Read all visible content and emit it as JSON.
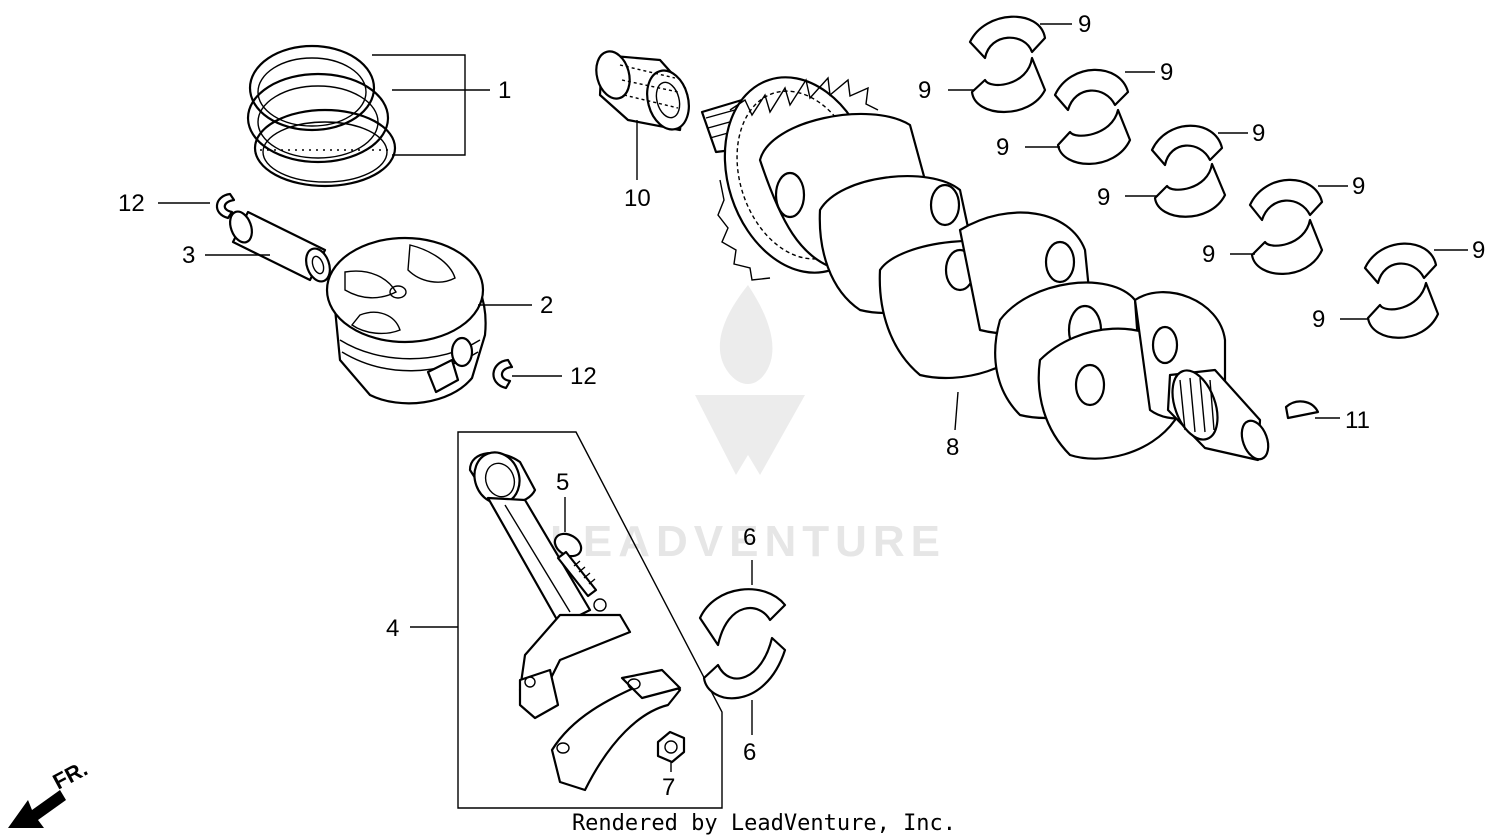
{
  "watermark": {
    "brand_text": "LEADVENTURE"
  },
  "credit_text": "Rendered by LeadVenture, Inc.",
  "direction_label": "FR.",
  "callouts": {
    "c1": "1",
    "c2": "2",
    "c3": "3",
    "c4": "4",
    "c5": "5",
    "c6a": "6",
    "c6b": "6",
    "c7": "7",
    "c8": "8",
    "c9": [
      "9",
      "9",
      "9",
      "9",
      "9",
      "9",
      "9",
      "9",
      "9",
      "9"
    ],
    "c10": "10",
    "c11": "11",
    "c12a": "12",
    "c12b": "12"
  }
}
